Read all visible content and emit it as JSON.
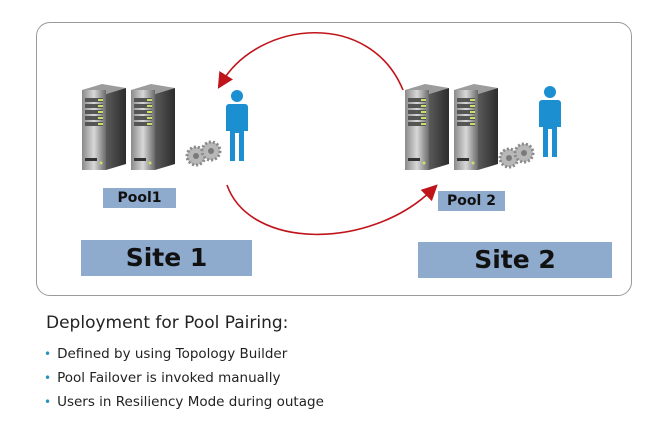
{
  "diagram": {
    "site1": {
      "label": "Site 1",
      "pool_label": "Pool1"
    },
    "site2": {
      "label": "Site 2",
      "pool_label": "Pool 2"
    },
    "icons": [
      "server-icon",
      "gear-icon",
      "user-icon",
      "curved-arrow-icon"
    ],
    "colors": {
      "label_fill": "#8eaacd",
      "arrow": "#c0141b",
      "user": "#1b8fd0"
    }
  },
  "caption": {
    "title": "Deployment for Pool Pairing:",
    "bullets": [
      "Defined by using Topology Builder",
      "Pool Failover is invoked manually",
      "Users in Resiliency Mode during outage"
    ]
  }
}
